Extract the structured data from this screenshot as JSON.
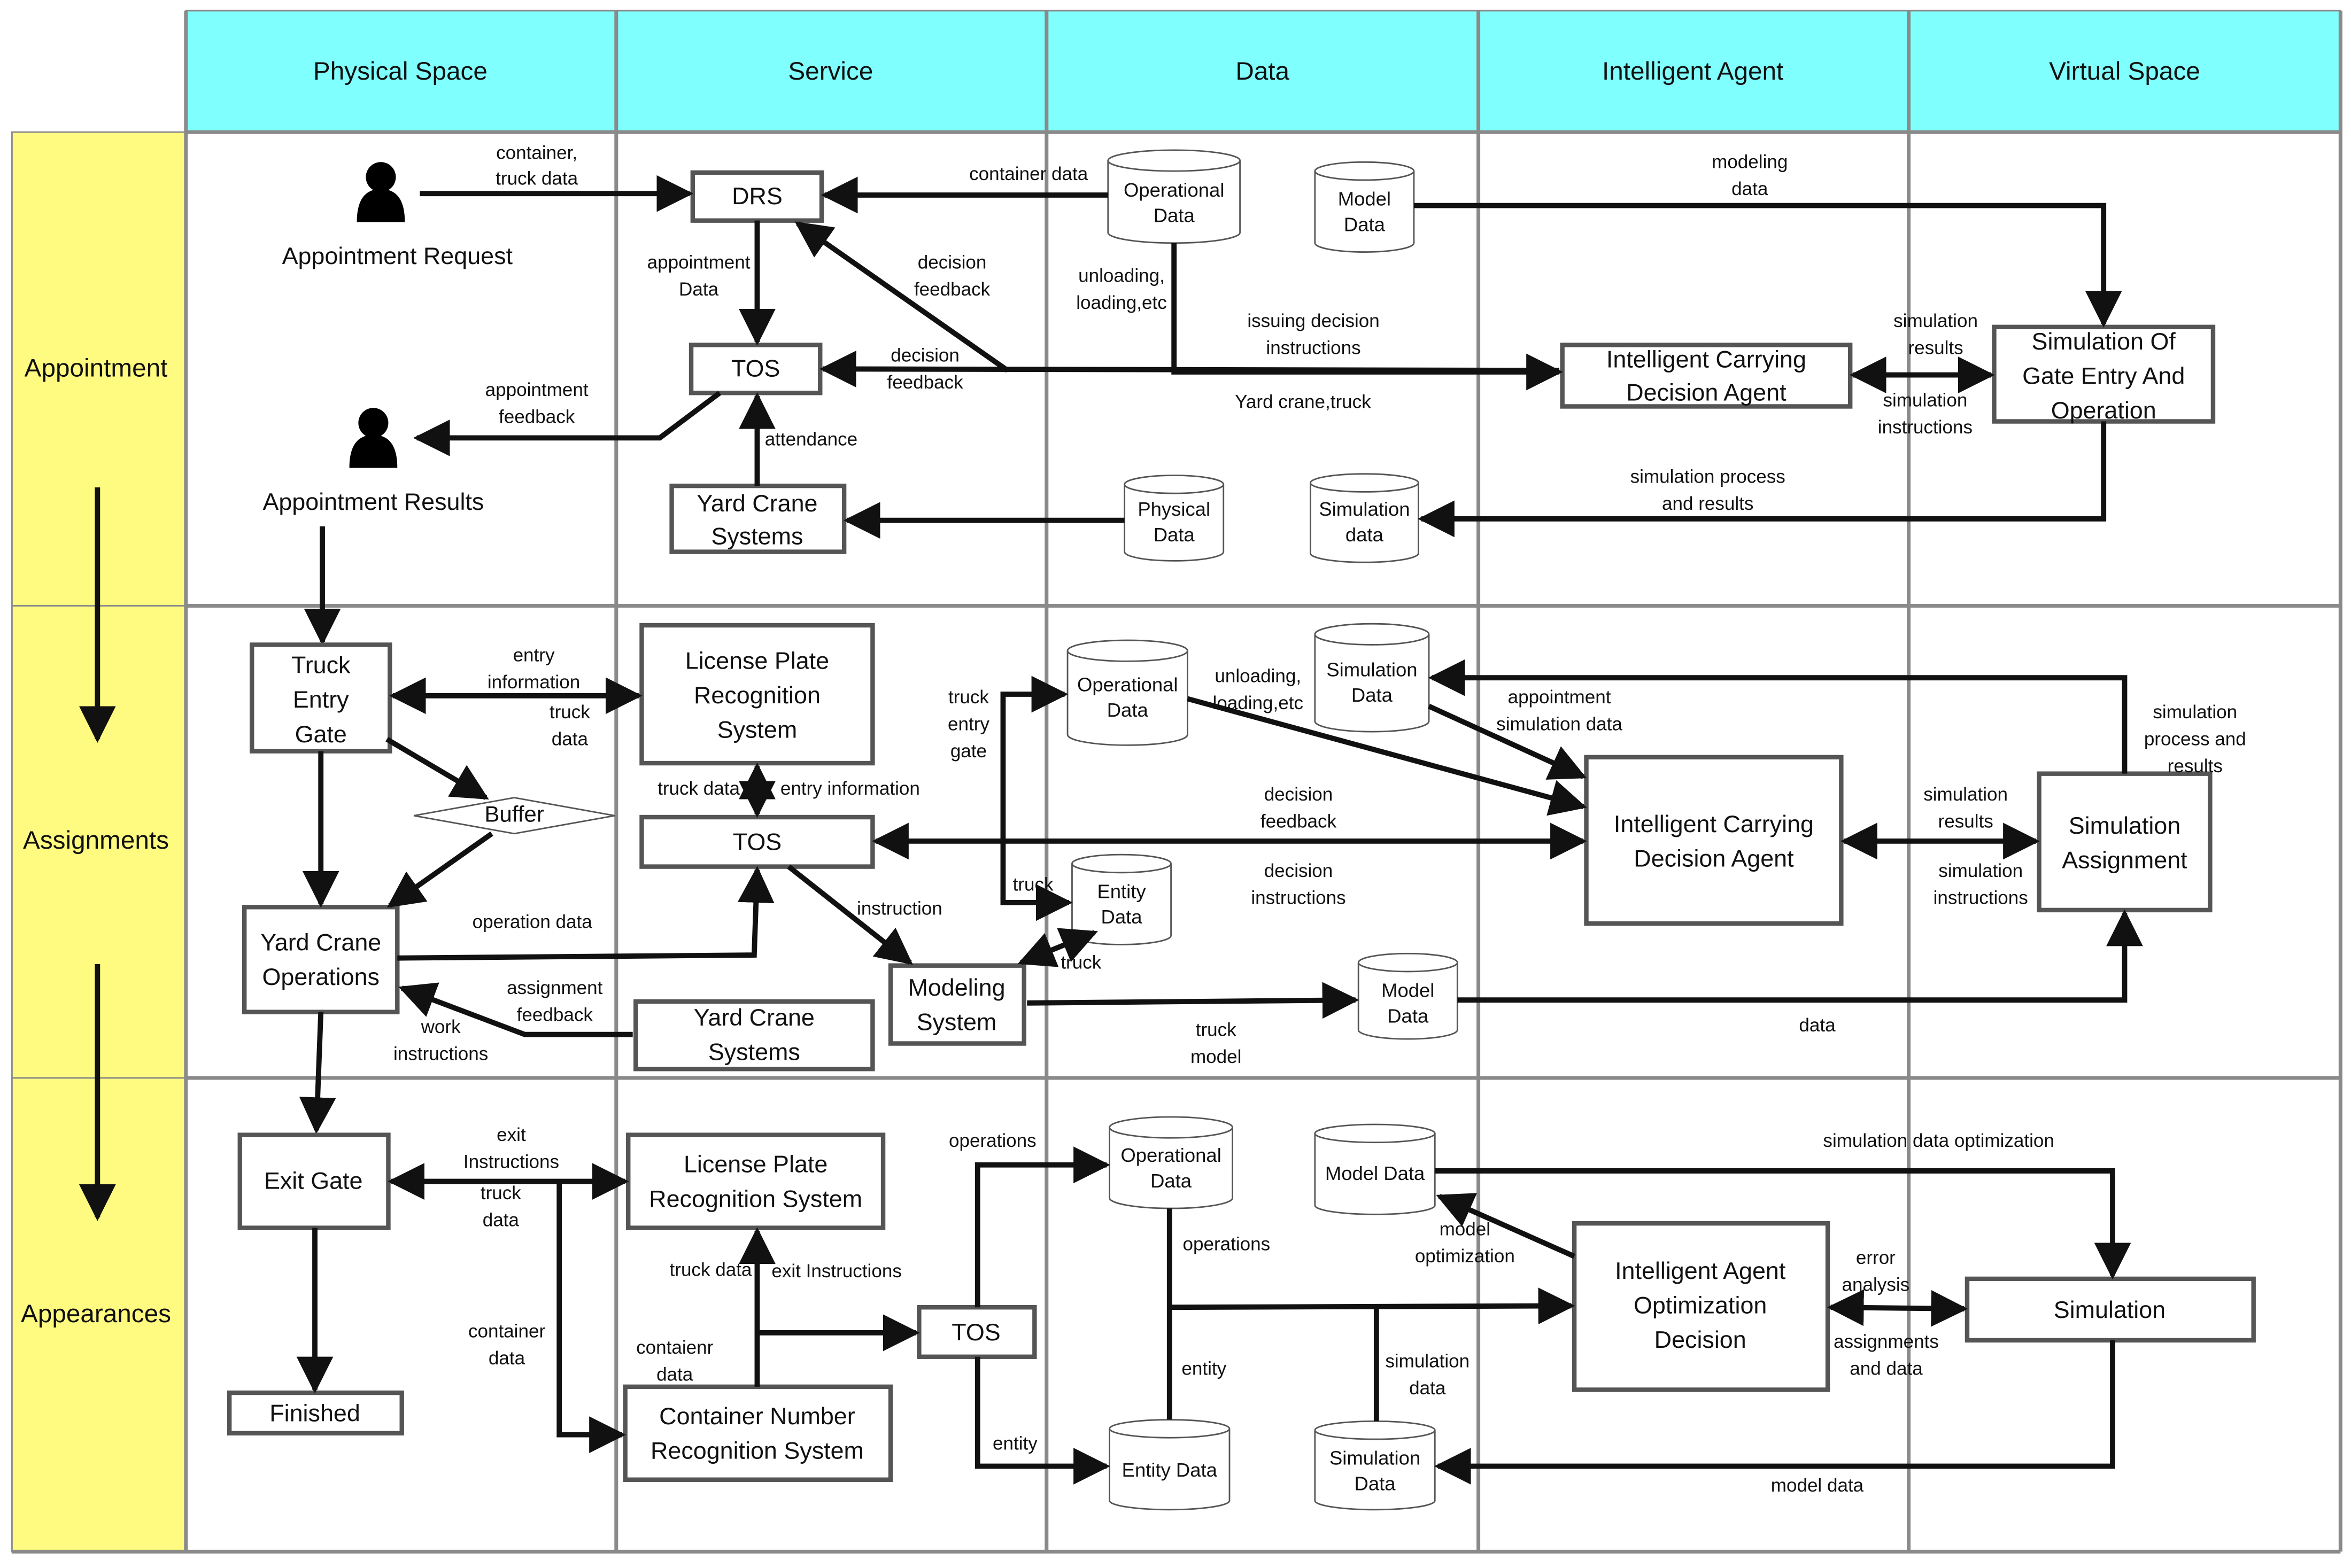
{
  "columns": [
    "Physical Space",
    "Service",
    "Data",
    "Intelligent Agent",
    "Virtual Space"
  ],
  "rows": [
    "Appointment",
    "Assignments",
    "Appearances"
  ],
  "colors": {
    "header": "#80ffff",
    "rowband": "#fffb80",
    "stroke": "#111111"
  },
  "icons": [
    "person-icon",
    "person-icon"
  ],
  "appointment": {
    "nodes": {
      "appointment_request": "Appointment Request",
      "appointment_results": "Appointment Results",
      "drs": "DRS",
      "tos": "TOS",
      "yard_crane_systems": [
        "Yard Crane",
        "Systems"
      ],
      "operational_data": [
        "Operational",
        "Data"
      ],
      "model_data": [
        "Model",
        "Data"
      ],
      "physical_data": [
        "Physical",
        "Data"
      ],
      "simulation_data": [
        "Simulation",
        "data"
      ],
      "intelligent_carrying": [
        "Intelligent Carrying",
        "Decision Agent"
      ],
      "simulation_gate": [
        "Simulation Of",
        "Gate Entry And",
        "Operation"
      ]
    },
    "labels": {
      "container_truck_data": [
        "container,",
        "truck data"
      ],
      "container_data": "container data",
      "modeling_data": [
        "modeling",
        "data"
      ],
      "appointment_data": [
        "appointment",
        "Data"
      ],
      "decision_feedback_1": [
        "decision",
        "feedback"
      ],
      "unloading": [
        "unloading,",
        "loading,etc"
      ],
      "issuing": [
        "issuing decision",
        "instructions"
      ],
      "decision_feedback_2": [
        "decision",
        "feedback"
      ],
      "yard_crane_truck": "Yard crane,truck",
      "simulation_results": [
        "simulation",
        "results"
      ],
      "simulation_instructions": [
        "simulation",
        "instructions"
      ],
      "appointment_feedback": [
        "appointment",
        "feedback"
      ],
      "attendance": "attendance",
      "simulation_process": [
        "simulation process",
        "and results"
      ]
    }
  },
  "assignments": {
    "nodes": {
      "truck_entry_gate": [
        "Truck",
        "Entry",
        "Gate"
      ],
      "buffer": "Buffer",
      "yard_crane_operations": [
        "Yard Crane",
        "Operations"
      ],
      "lpr": [
        "License Plate",
        "Recognition",
        "System"
      ],
      "tos": "TOS",
      "yard_crane_systems": [
        "Yard Crane",
        "Systems"
      ],
      "modeling_system": [
        "Modeling",
        "System"
      ],
      "operational_data": [
        "Operational",
        "Data"
      ],
      "simulation_data": [
        "Simulation",
        "Data"
      ],
      "entity_data": [
        "Entity",
        "Data"
      ],
      "model_data": [
        "Model",
        "Data"
      ],
      "intelligent_carrying": [
        "Intelligent Carrying",
        "Decision Agent"
      ],
      "simulation_assignment": [
        "Simulation",
        "Assignment"
      ]
    },
    "labels": {
      "entry_information": [
        "entry",
        "information"
      ],
      "truck_data": [
        "truck",
        "data"
      ],
      "truck_data_2": "truck data",
      "entry_information_2": "entry information",
      "operation_data": "operation data",
      "assignment_feedback": [
        "assignment",
        "feedback"
      ],
      "work_instructions": [
        "work",
        "instructions"
      ],
      "truck_entry_gate": [
        "truck",
        "entry",
        "gate"
      ],
      "truck": "truck",
      "truck_2": "truck",
      "instruction": "instruction",
      "unloading": [
        "unloading,",
        "loading,etc"
      ],
      "appointment_simulation": [
        "appointment",
        "simulation data"
      ],
      "decision_feedback": [
        "decision",
        "feedback"
      ],
      "decision_instructions": [
        "decision",
        "instructions"
      ],
      "truck_model": [
        "truck",
        "model"
      ],
      "data": "data",
      "simulation_results": [
        "simulation",
        "results"
      ],
      "simulation_instructions": [
        "simulation",
        "instructions"
      ],
      "simulation_process": [
        "simulation",
        "process and",
        "results"
      ]
    }
  },
  "appearances": {
    "nodes": {
      "exit_gate": "Exit Gate",
      "finished": "Finished",
      "lpr": [
        "License Plate",
        "Recognition System"
      ],
      "cnr": [
        "Container Number",
        "Recognition System"
      ],
      "tos": "TOS",
      "operational_data": [
        "Operational",
        "Data"
      ],
      "model_data": "Model Data",
      "entity_data": "Entity Data",
      "simulation_data": [
        "Simulation",
        "Data"
      ],
      "intelligent_agent": [
        "Intelligent Agent",
        "Optimization",
        "Decision"
      ],
      "simulation": "Simulation"
    },
    "labels": {
      "exit_instructions": [
        "exit",
        "Instructions"
      ],
      "truck_data": [
        "truck",
        "data"
      ],
      "container_data": [
        "container",
        "data"
      ],
      "truck_data_2": "truck data",
      "exit_instructions_2": "exit Instructions",
      "containr_data": [
        "contaienr",
        "data"
      ],
      "operations": "operations",
      "operations_2": "operations",
      "entity": "entity",
      "entity_2": "entity",
      "model_optimization": [
        "model",
        "optimization"
      ],
      "simulation_data_label": [
        "simulation",
        "data"
      ],
      "simulation_data_optimization": "simulation data optimization",
      "error_analysis": [
        "error",
        "analysis"
      ],
      "assignments_and_data": [
        "assignments",
        "and data"
      ],
      "model_data_label": "model data"
    }
  }
}
